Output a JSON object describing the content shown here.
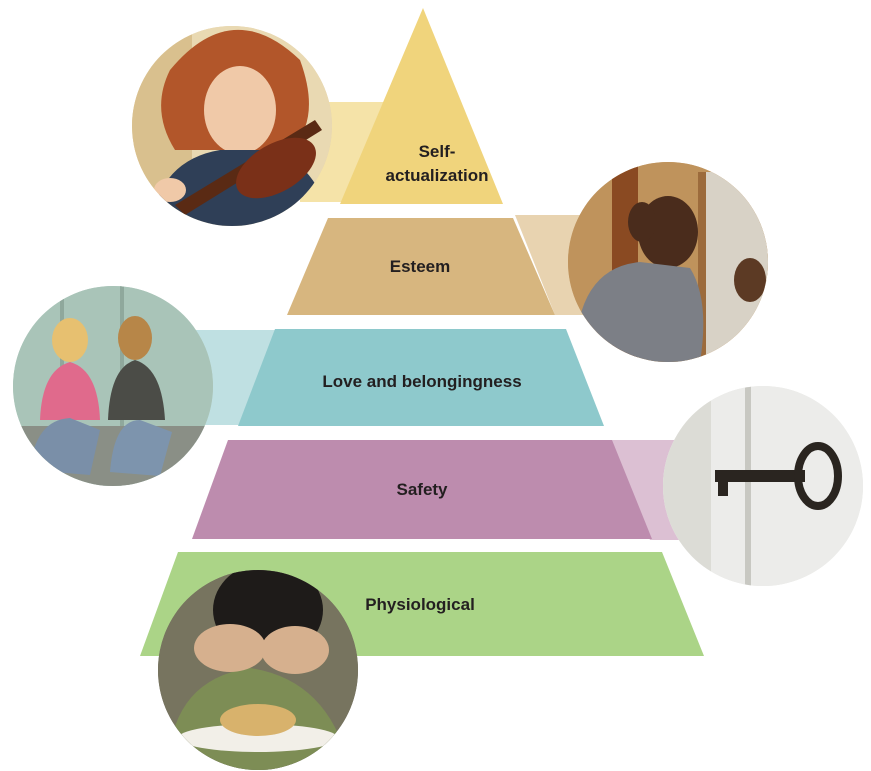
{
  "levels": [
    {
      "id": "self-actualization",
      "label_line1": "Self-",
      "label_line2": "actualization",
      "color": "#f0d47c",
      "band_color": "#f5e3a8"
    },
    {
      "id": "esteem",
      "label": "Esteem",
      "color": "#d7b67f",
      "band_color": "#e8d3b0"
    },
    {
      "id": "love",
      "label": "Love and belongingness",
      "color": "#8ec9cc",
      "band_color": "#bfe0e2"
    },
    {
      "id": "safety",
      "label": "Safety",
      "color": "#bd8cae",
      "band_color": "#dcc0d3"
    },
    {
      "id": "physiological",
      "label": "Physiological",
      "color": "#abd487",
      "band_color": "#cfe6b8"
    }
  ],
  "photos": [
    {
      "level": "self-actualization",
      "subject": "girl-playing-violin",
      "bg": "#e6d6b0"
    },
    {
      "level": "esteem",
      "subject": "teen-looking-in-mirror",
      "bg": "#c9a77a"
    },
    {
      "level": "love",
      "subject": "two-friends-by-lockers",
      "bg": "#b8cfc4"
    },
    {
      "level": "safety",
      "subject": "key-in-lock",
      "bg": "#e8e8e4"
    },
    {
      "level": "physiological",
      "subject": "child-with-plate-of-food",
      "bg": "#6d6a5f"
    }
  ]
}
